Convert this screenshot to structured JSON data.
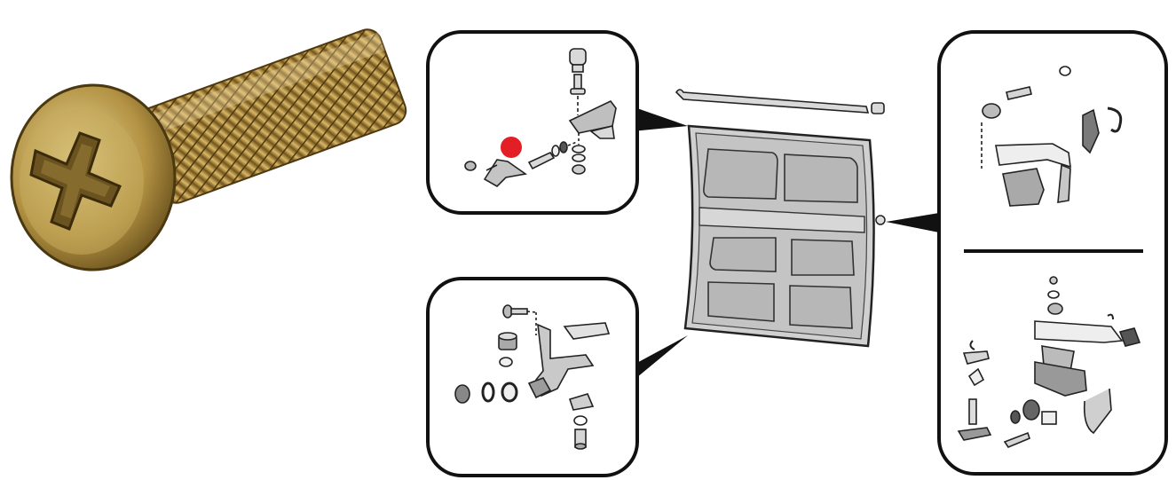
{
  "screw_photo": {
    "icon": "phillips-pan-head-screw",
    "colors": {
      "metal": "#b08a3a",
      "highlight": "#e6cf8a",
      "shadow": "#5b4416"
    }
  },
  "callouts": [
    {
      "id": "upper-hinge",
      "parts": "hinge-bracket-screw-washers-nut"
    },
    {
      "id": "lower-hinge",
      "parts": "hinge-bracket-bushing-clips-bolt"
    },
    {
      "id": "lock-mechanism",
      "parts": "lock-rod-latch-clip-washer"
    }
  ],
  "door": {
    "icon": "rear-door-panel",
    "colors": {
      "panel": "#c9c9c9",
      "window": "#b5b5b5",
      "outline": "#2b2b2b"
    }
  },
  "marker": {
    "color": "#e31e24",
    "target": "hinge-screw"
  },
  "colors": {
    "border": "#111111",
    "line": "#222222",
    "background": "#ffffff"
  }
}
